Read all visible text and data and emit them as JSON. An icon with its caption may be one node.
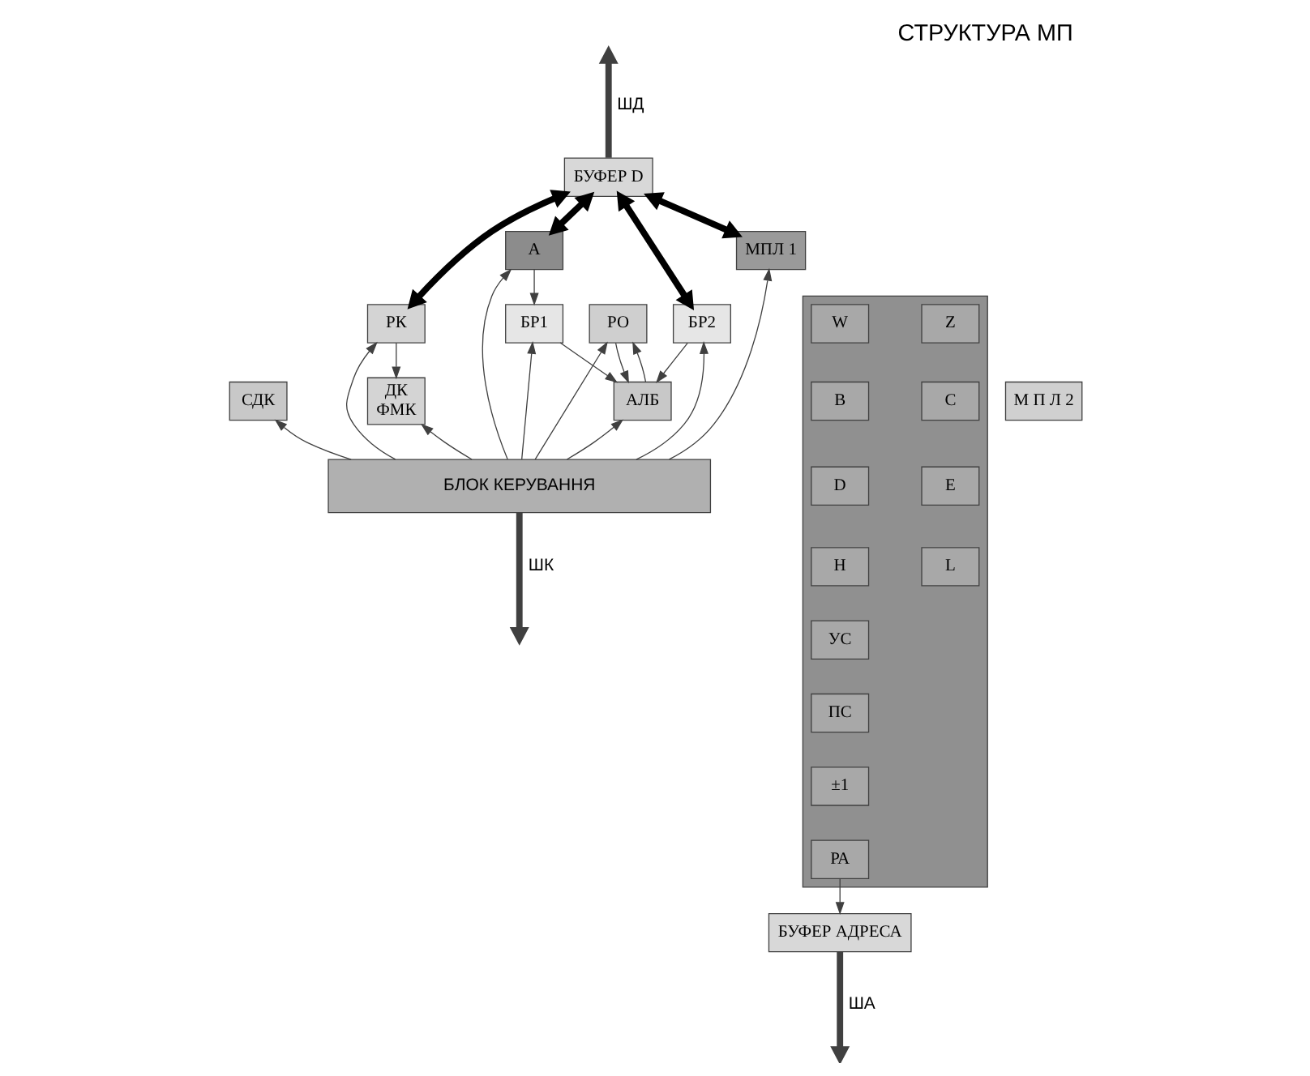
{
  "diagram": {
    "title": "СТРУКТУРА МП",
    "nodes": [
      {
        "text": [
          "БУФЕР D"
        ]
      },
      {
        "text": [
          "А"
        ]
      },
      {
        "text": [
          "БР2"
        ]
      },
      {
        "text": [
          "БР1"
        ]
      },
      {
        "text": [
          "РО"
        ]
      },
      {
        "text": [
          "АЛБ"
        ]
      },
      {
        "text": [
          "СДК"
        ]
      },
      {
        "text": [
          "РК"
        ]
      },
      {
        "text": [
          "ДК",
          "ФМК"
        ]
      },
      {
        "text": [
          "МПЛ 1"
        ]
      },
      {
        "text": [
          "М П Л 2"
        ]
      },
      {
        "text": [],
        "shape": "box"
      },
      {
        "text": [
          "W"
        ],
        "in": 11
      },
      {
        "text": [
          "Z"
        ],
        "in": 11
      },
      {
        "text": [
          "B"
        ],
        "in": 11
      },
      {
        "text": [
          "C"
        ],
        "in": 11
      },
      {
        "text": [
          "D"
        ],
        "in": 11
      },
      {
        "text": [
          "E"
        ],
        "in": 11
      },
      {
        "text": [
          "H"
        ],
        "in": 11
      },
      {
        "text": [
          "L"
        ],
        "in": 11
      },
      {
        "text": [
          "УС"
        ],
        "in": 11
      },
      {
        "text": [
          "ПС"
        ],
        "in": 11
      },
      {
        "text": [
          "±1"
        ],
        "in": 11
      },
      {
        "text": [
          "РА"
        ],
        "in": 11
      },
      {
        "text": [
          "БЛОК КЕРУВАННЯ"
        ]
      },
      {
        "text": [
          "БУФЕР АДРЕСА"
        ]
      }
    ],
    "edges": [
      {
        "from": 0,
        "to": null,
        "arrow": "to",
        "label": "ШД",
        "style": "thick"
      },
      {
        "from": 0,
        "to": 1,
        "arrow": "both",
        "style": "thick",
        "color": "#000000"
      },
      {
        "from": 0,
        "to": 2,
        "arrow": "both",
        "style": "thick",
        "color": "#000000"
      },
      {
        "from": 0,
        "to": 7,
        "arrow": "both",
        "style": "thick",
        "color": "#000000"
      },
      {
        "from": 0,
        "to": 9,
        "arrow": "both",
        "style": "thick",
        "color": "#000000"
      },
      {
        "from": 1,
        "to": 3,
        "arrow": "to"
      },
      {
        "from": 24,
        "to": 1,
        "arrow": "to"
      },
      {
        "from": 24,
        "to": 2,
        "arrow": "to"
      },
      {
        "from": 24,
        "to": 3,
        "arrow": "to"
      },
      {
        "from": 2,
        "to": 5,
        "arrow": "to"
      },
      {
        "from": 3,
        "to": 5,
        "arrow": "to"
      },
      {
        "from": 4,
        "to": 5,
        "arrow": "to"
      },
      {
        "from": 5,
        "to": 4,
        "arrow": "to"
      },
      {
        "from": 24,
        "to": 4,
        "arrow": "to"
      },
      {
        "from": 24,
        "to": 5,
        "arrow": "to"
      },
      {
        "from": 24,
        "to": 6,
        "arrow": "to"
      },
      {
        "from": 24,
        "to": 9,
        "arrow": "to"
      },
      {
        "from": 24,
        "to": 7,
        "arrow": "to"
      },
      {
        "from": 24,
        "to": 8,
        "arrow": "to"
      },
      {
        "from": 7,
        "to": 8,
        "arrow": "to"
      },
      {
        "from": 23,
        "to": 25,
        "arrow": "to"
      },
      {
        "from": 25,
        "to": null,
        "arrow": "to",
        "label": "ША",
        "style": "thick"
      },
      {
        "from": 24,
        "to": null,
        "arrow": "to",
        "label": "ШК",
        "style": "thick"
      }
    ]
  }
}
